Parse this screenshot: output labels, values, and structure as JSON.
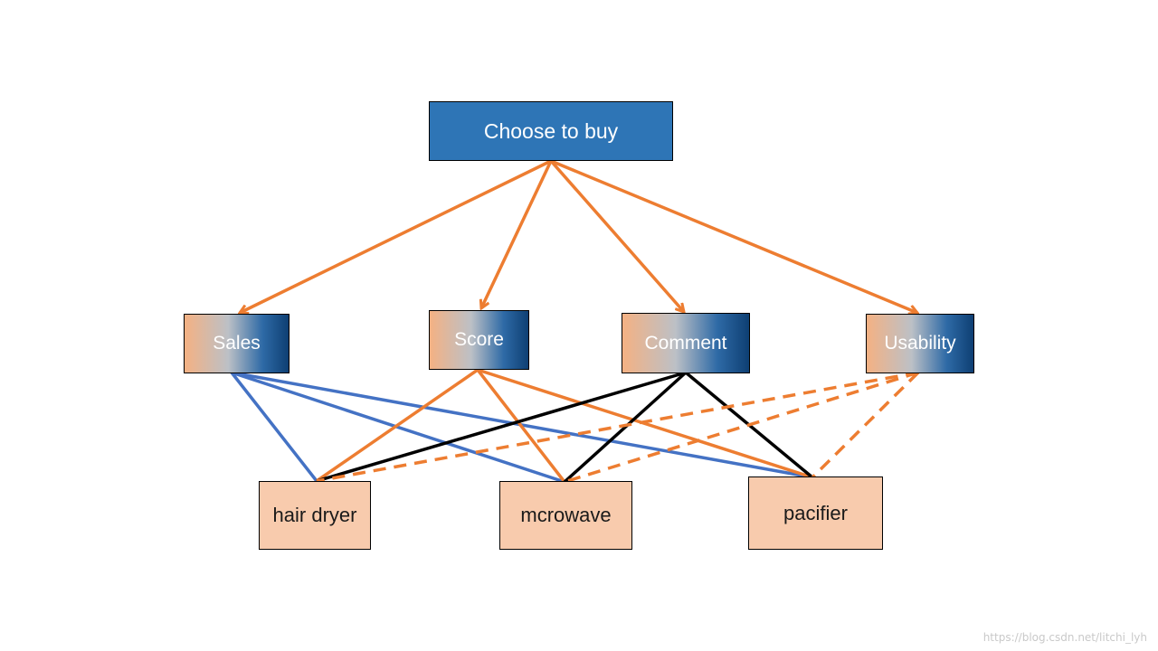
{
  "goal": {
    "label": "Choose to buy"
  },
  "criteria": [
    {
      "label": "Sales"
    },
    {
      "label": "Score"
    },
    {
      "label": "Comment"
    },
    {
      "label": "Usability"
    }
  ],
  "alternatives": [
    {
      "label": "hair dryer"
    },
    {
      "label": "mcrowave"
    },
    {
      "label": "pacifier"
    }
  ],
  "colors": {
    "goal_box": "#2e75b6",
    "alternative_box": "#f8cbad",
    "goal_arrows": "#ed7d31",
    "sales_links": "#4472c4",
    "score_links": "#ed7d31",
    "comment_links": "#000000",
    "usability_links_dashed": "#ed7d31"
  },
  "watermark": "https://blog.csdn.net/litchi_lyh"
}
